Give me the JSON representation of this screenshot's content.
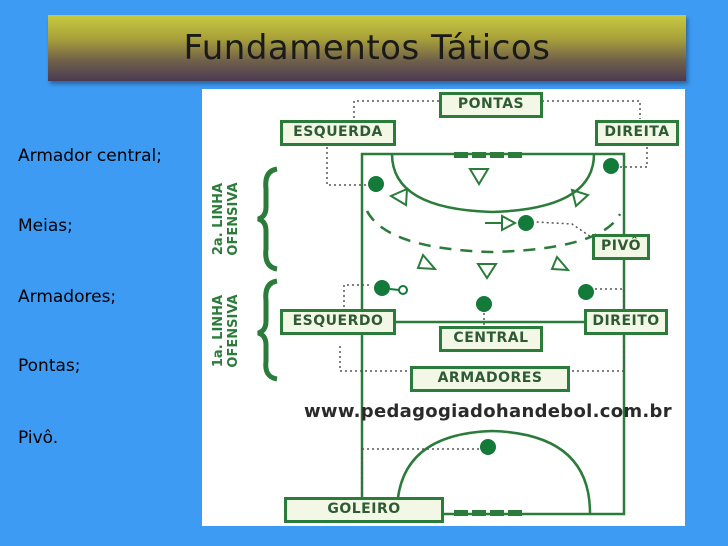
{
  "slide": {
    "title": "Fundamentos Táticos",
    "bullets": [
      "Armador central;",
      "Meias;",
      "Armadores;",
      "Pontas;",
      "Pivô."
    ]
  },
  "diagram": {
    "labels": {
      "pontas": "PONTAS",
      "esquerda": "ESQUERDA",
      "direita": "DIREITA",
      "pivo": "PIVÔ",
      "esquerdo": "ESQUERDO",
      "direito": "DIREITO",
      "central": "CENTRAL",
      "armadores": "ARMADORES",
      "goleiro": "GOLEIRO"
    },
    "lines": {
      "second_line_1": "2a. LINHA",
      "second_line_2": "OFENSIVA",
      "first_line_1": "1a. LINHA",
      "first_line_2": "OFENSIVA"
    },
    "website": "www.pedagogiadohandebol.com.br",
    "colors": {
      "court_line": "#2b7b3a",
      "player": "#137a3a",
      "label_border": "#2b7b3a"
    }
  }
}
